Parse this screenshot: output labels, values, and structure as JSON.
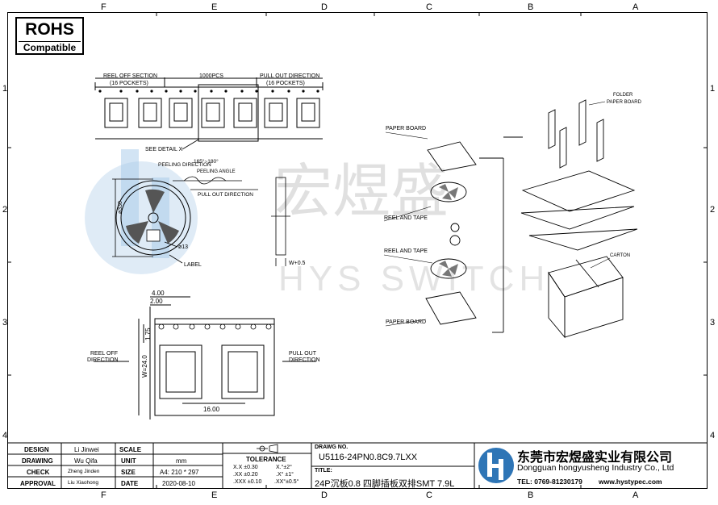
{
  "rohs": {
    "title": "ROHS",
    "subtitle": "Compatible"
  },
  "grid": {
    "columns": [
      "F",
      "E",
      "D",
      "C",
      "B",
      "A"
    ],
    "rows": [
      "1",
      "2",
      "3",
      "4"
    ]
  },
  "watermark": {
    "cn": "宏煜盛",
    "en": "HYS SWITCH"
  },
  "tape": {
    "reel_off": "REEL OFF SECTION",
    "reel_off_pockets": "(16 POCKETS)",
    "pcs": "1000PCS",
    "pull_out": "PULL OUT DIRECTION",
    "pull_out_pockets": "(16 POCKETS)",
    "see_detail": "SEE DETAIL X"
  },
  "reel": {
    "peeling_direction": "PEELING DIRECTION",
    "angle": "165°~180°",
    "peeling_angle": "PEELING ANGLE",
    "pull_out_direction": "PULL OUT DIRECTION",
    "diameter": "ø330",
    "hub": "ø13",
    "label": "LABEL",
    "width": "W+0.5"
  },
  "detail": {
    "dim_400": "4.00",
    "dim_200": "2.00",
    "dim_175": "1.75",
    "dim_w": "W=24.0",
    "dim_1600": "16.00",
    "reel_off": "REEL OFF",
    "reel_off2": "DIRECTION",
    "pull_out": "PULL OUT",
    "pull_out2": "DIRECTION"
  },
  "packing": {
    "paper_board_top": "PAPER BOARD",
    "reel_and_tape_1": "REEL AND TAPE",
    "reel_and_tape_2": "REEL AND TAPE",
    "paper_board_bottom": "PAPER BOARD",
    "folder": "FOLDER",
    "folder_board": "PAPER BOARD",
    "carton": "CARTON"
  },
  "title_block": {
    "design_label": "DESIGN",
    "design_value": "Li Jinwei",
    "drawing_label": "DRAWING",
    "drawing_value": "Wu Qifa",
    "check_label": "CHECK",
    "check_value": "Zheng Jinden",
    "approval_label": "APPROVAL",
    "approval_value": "Liu Xiaohong",
    "scale_label": "SCALE",
    "scale_value": "",
    "unit_label": "UNIT",
    "unit_value": "mm",
    "size_label": "SIZE",
    "size_value": "A4: 210 * 297",
    "date_label": "DATE",
    "date_value": "2020-08-10",
    "tolerance_label": "TOLERANCE",
    "tol_rows": [
      {
        "a": "X.X  ±0.30",
        "b": "X.°±2°"
      },
      {
        "a": ".XX  ±0.20",
        "b": ".X° ±1°"
      },
      {
        "a": ".XXX ±0.10",
        "b": ".XX°±0.5°"
      }
    ],
    "drawing_no_label": "DRAWG NO.",
    "drawing_no": "U5116-24PN0.8C9.7LXX",
    "title_label": "TITLE:",
    "title": "24P沉板0.8 四脚插板双排SMT 7.9L"
  },
  "company": {
    "cn": "东莞市宏煜盛实业有限公司",
    "en": "Dongguan hongyusheng Industry Co., Ltd",
    "tel": "TEL: 0769-81230179",
    "web": "www.hystypec.com"
  },
  "colors": {
    "watermark_blue": "#5b9bd5",
    "watermark_gray": "#c8c8c8",
    "logo_blue": "#2e75b6"
  }
}
